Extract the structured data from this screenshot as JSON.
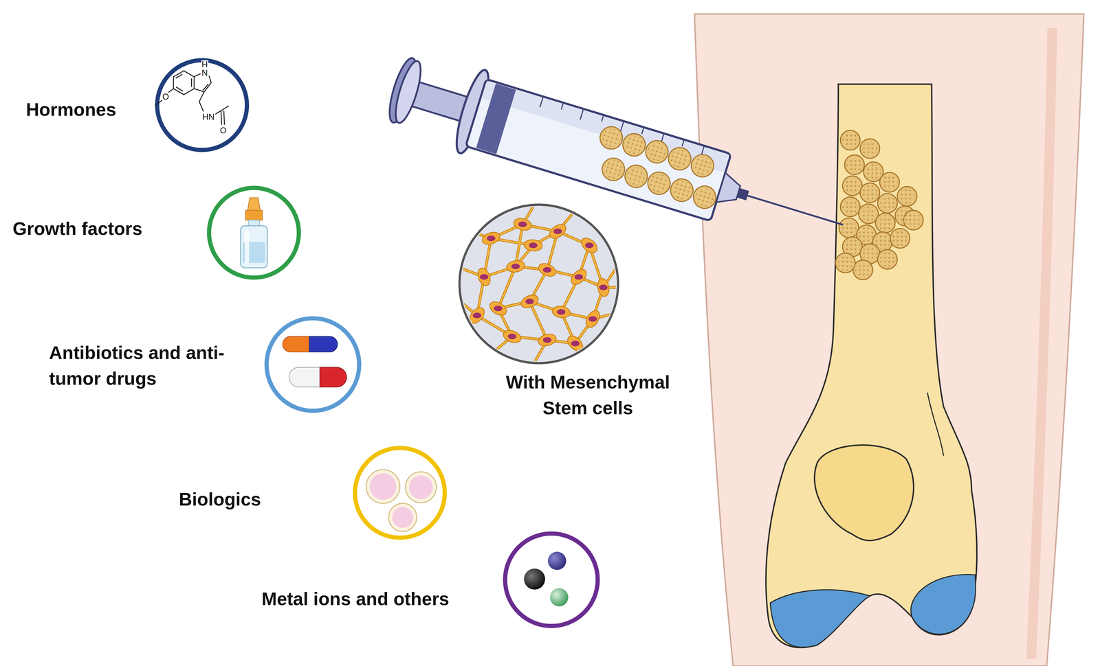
{
  "diagram": {
    "labels": [
      "Hormones",
      "H",
      "N",
      "O",
      "HN",
      "O",
      "Growth factors",
      "Antibiotics and anti-tumor drugs",
      "Biologics",
      "Metal ions and others",
      "With Mesenchymal Stem cells"
    ]
  }
}
